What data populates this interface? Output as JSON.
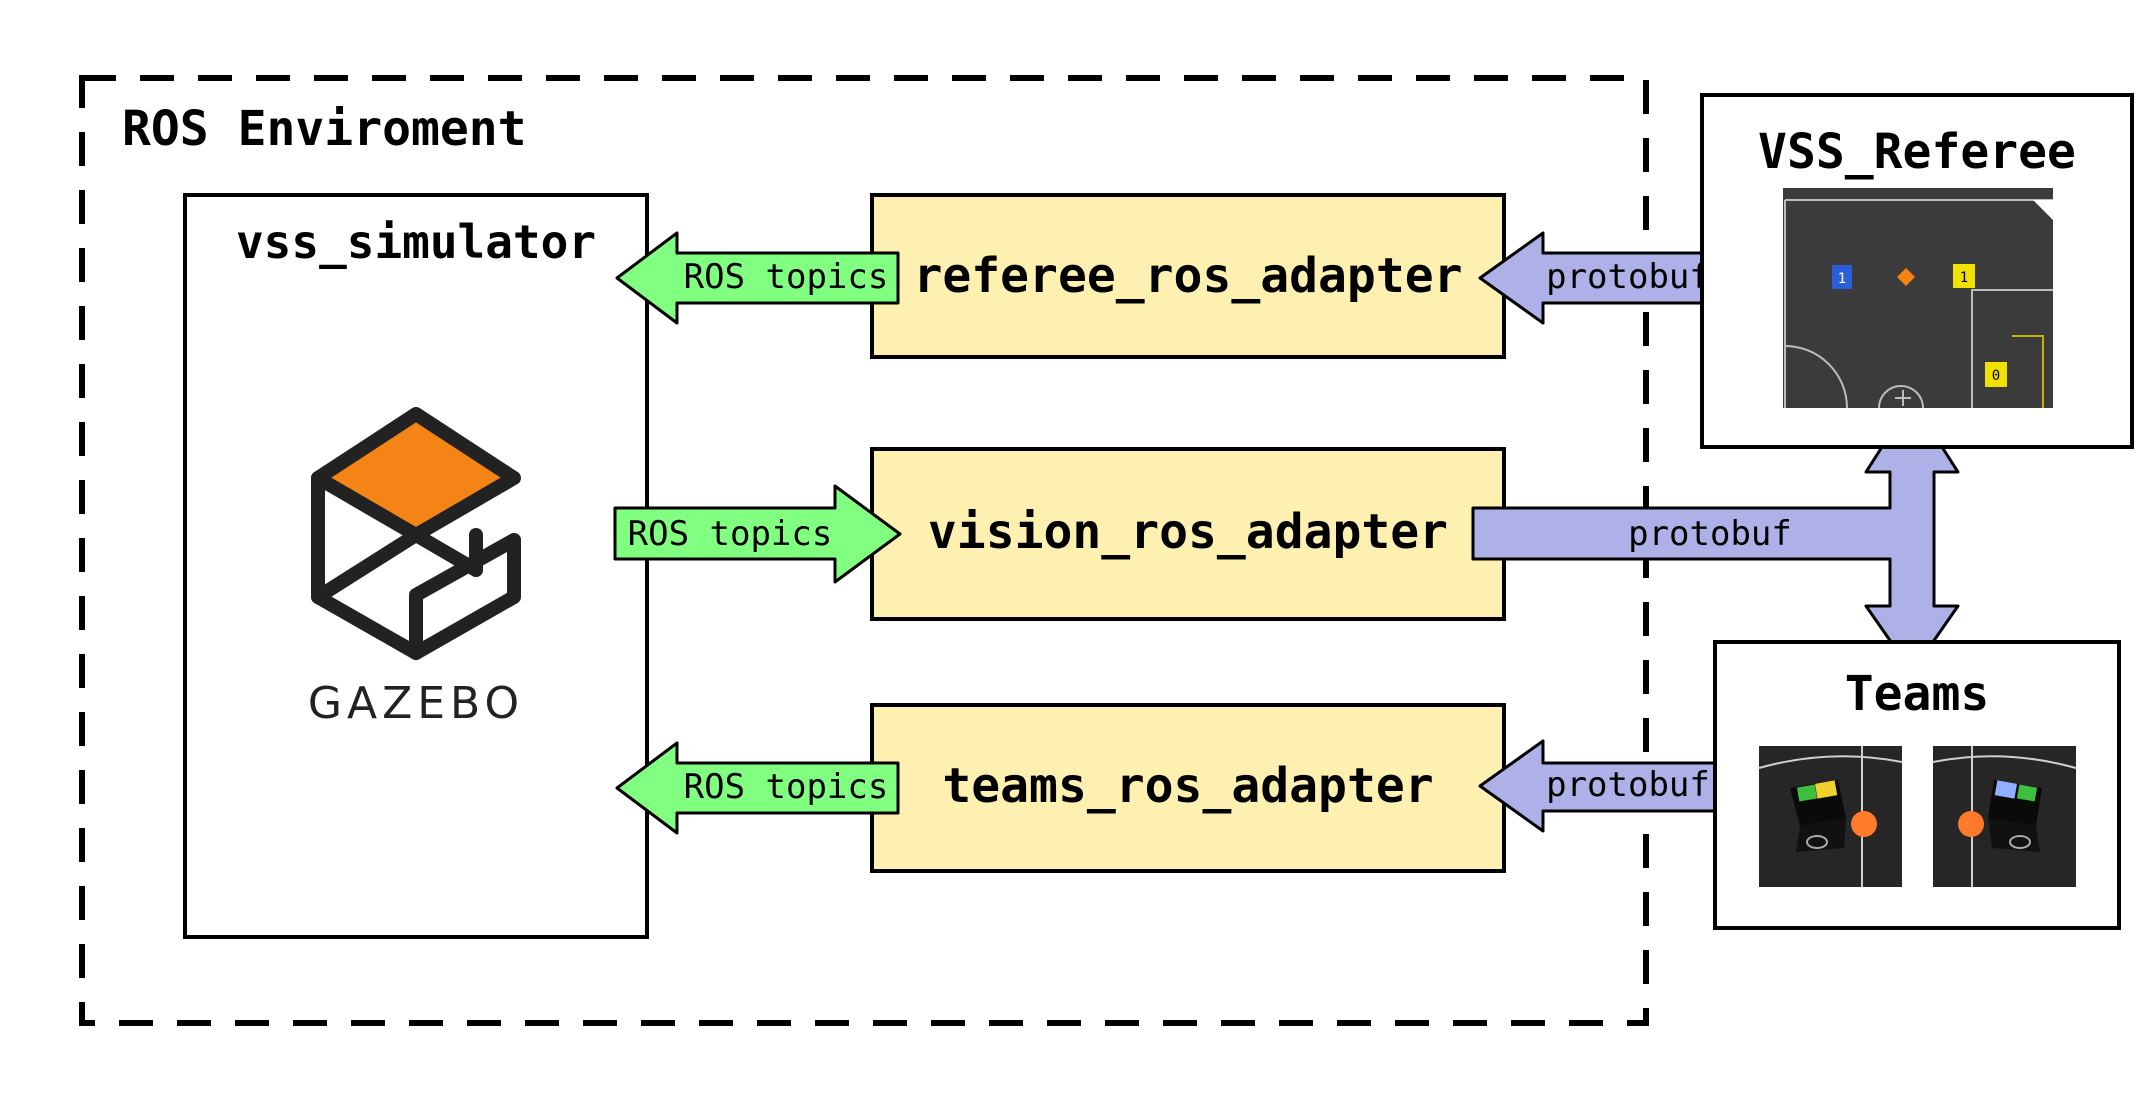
{
  "environment": {
    "title": "ROS Enviroment"
  },
  "simulator": {
    "title": "vss_simulator",
    "logo_text": "GAZEBO"
  },
  "adapters": {
    "referee": "referee_ros_adapter",
    "vision": "vision_ros_adapter",
    "teams": "teams_ros_adapter"
  },
  "connections": {
    "ros_topics_referee": "ROS topics",
    "ros_topics_vision": "ROS topics",
    "ros_topics_teams": "ROS topics",
    "protobuf_referee": "protobuf",
    "protobuf_vision": "protobuf",
    "protobuf_teams": "protobuf"
  },
  "external": {
    "referee_title": "VSS_Referee",
    "referee_markers": [
      "1",
      "1",
      "0"
    ],
    "teams_title": "Teams"
  },
  "colors": {
    "adapter_fill": "#fdf0b0",
    "ros_arrow": "#80ff80",
    "protobuf_arrow": "#aeb0e8",
    "gazebo_orange": "#f58417",
    "field_dark": "#3b3b3b"
  }
}
